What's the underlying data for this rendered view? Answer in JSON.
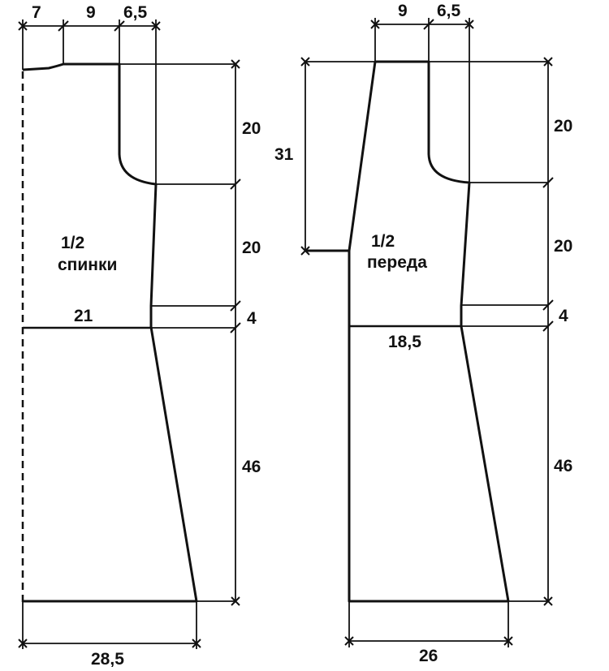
{
  "colors": {
    "ink": "#111111",
    "background": "#ffffff"
  },
  "back": {
    "label_fraction": "1/2",
    "label_name": "спинки",
    "dims": {
      "neck": "7",
      "shoulder": "9",
      "armhole_width": "6,5",
      "armhole_depth": "20",
      "waist_height": "20",
      "waist_band": "4",
      "width_at_waist": "21",
      "skirt_length": "46",
      "hem_width": "28,5"
    }
  },
  "front": {
    "label_fraction": "1/2",
    "label_name": "переда",
    "dims": {
      "shoulder": "9",
      "armhole_width": "6,5",
      "neck_depth": "31",
      "armhole_depth": "20",
      "waist_height": "20",
      "waist_band": "4",
      "width_at_waist": "18,5",
      "skirt_length": "46",
      "hem_width": "26"
    }
  }
}
